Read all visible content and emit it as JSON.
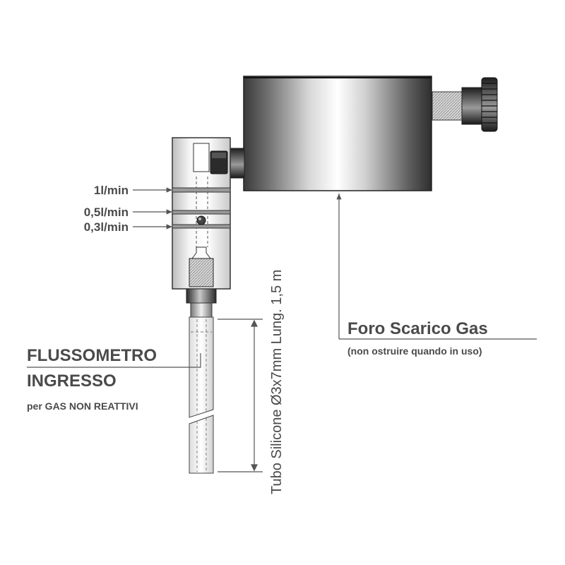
{
  "flow_marks": {
    "mark_1": "1l/min",
    "mark_05": "0,5l/min",
    "mark_03": "0,3l/min"
  },
  "inlet": {
    "title_line1": "FLUSSOMETRO",
    "title_line2": "INGRESSO",
    "subtitle": "per GAS NON REATTIVI"
  },
  "outlet": {
    "title": "Foro Scarico Gas",
    "note": "(non ostruire quando in uso)"
  },
  "tube": {
    "label": "Tubo Silicone Ø3x7mm Lung. 1,5 m"
  },
  "colors": {
    "text": "#4a4a4a",
    "line": "#555555",
    "metal_dark": "#2a2a2a",
    "metal_light": "#f4f4f4"
  }
}
